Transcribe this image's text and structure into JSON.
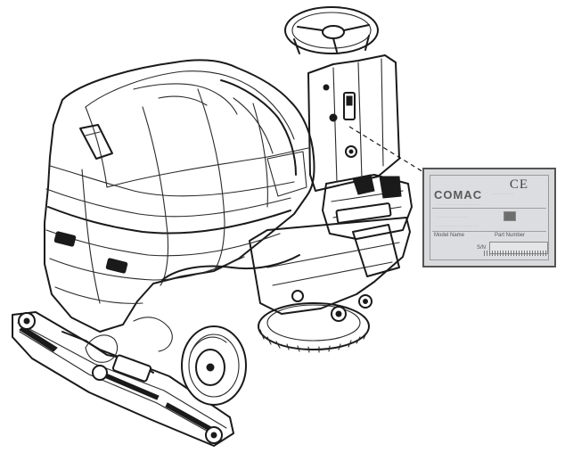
{
  "plate": {
    "ce_mark": "CE",
    "brand": "COMAC",
    "model_name_label": "Model Name",
    "part_number_label": "Part Number",
    "sn_label": "S/N"
  }
}
